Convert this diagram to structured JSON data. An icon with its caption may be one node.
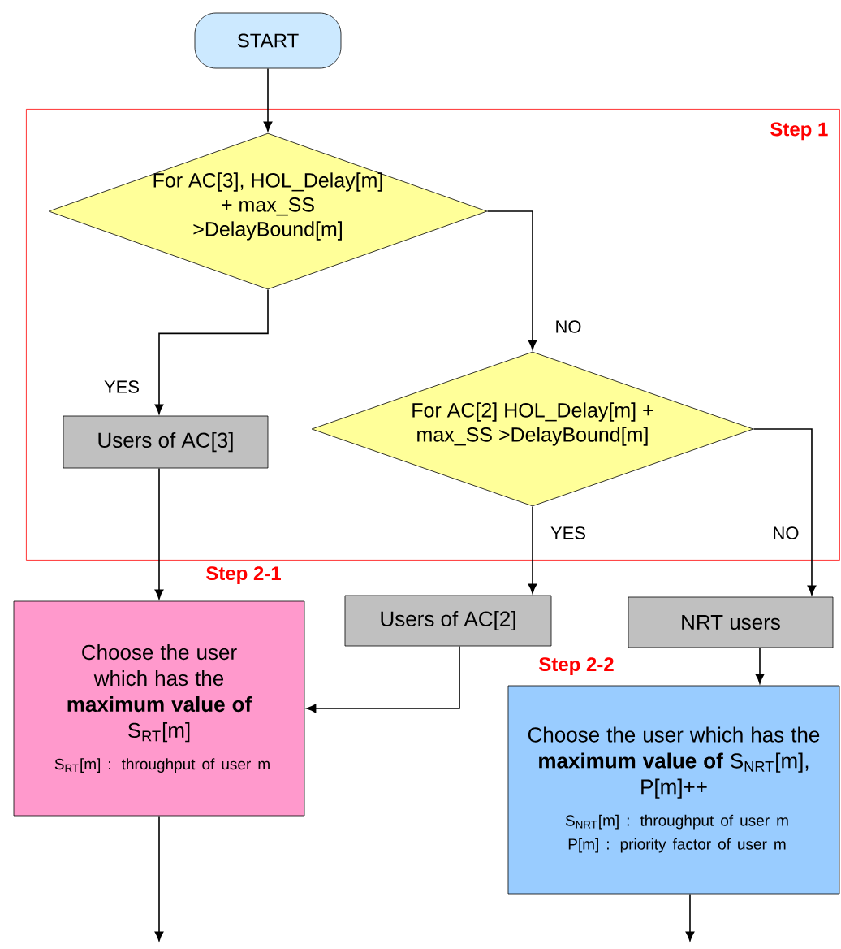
{
  "diagram": {
    "nodes": [
      {
        "text": [
          "START"
        ]
      },
      {
        "text": [
          "Step 1"
        ]
      },
      {
        "text": [
          "For AC[3], HOL_Delay[m] + max_SS >DelayBound[m]"
        ],
        "in": 1
      },
      {
        "text": [
          "For AC[2] HOL_Delay[m] + max_SS >DelayBound[m]"
        ],
        "in": 1
      },
      {
        "text": [
          "Users of AC[3]"
        ],
        "in": 1
      },
      {
        "text": [
          "Users of AC[2]"
        ]
      },
      {
        "text": [
          "NRT users"
        ]
      },
      {
        "text": [
          "Choose the user which has the **maximum value of** S$_{RT}$[m]",
          "S$_{RT}$[m] : throughput of user m"
        ],
        "beside": [
          "Step 2-1"
        ]
      },
      {
        "text": [
          "Choose the user which has the **maximum value of** S$_{NRT}$[m], P[m]++",
          "S$_{NRT}$[m] : throughput of user m",
          "P[m] : priority factor of user m"
        ],
        "beside": [
          "Step 2-2"
        ]
      }
    ],
    "edges": [
      {
        "from": 0,
        "to": 2,
        "arrow": "to"
      },
      {
        "from": 2,
        "to": 4,
        "arrow": "to",
        "label": "YES"
      },
      {
        "from": 2,
        "to": 3,
        "arrow": "to",
        "label": "NO"
      },
      {
        "from": 3,
        "to": 5,
        "arrow": "to",
        "label": "YES"
      },
      {
        "from": 3,
        "to": 6,
        "arrow": "to",
        "label": "NO"
      },
      {
        "from": 4,
        "to": 7,
        "arrow": "to"
      },
      {
        "from": 5,
        "to": 7,
        "arrow": "to"
      },
      {
        "from": 6,
        "to": 8,
        "arrow": "to"
      },
      {
        "from": 7,
        "to": null,
        "arrow": "to"
      },
      {
        "from": 8,
        "to": null,
        "arrow": "to"
      }
    ]
  }
}
